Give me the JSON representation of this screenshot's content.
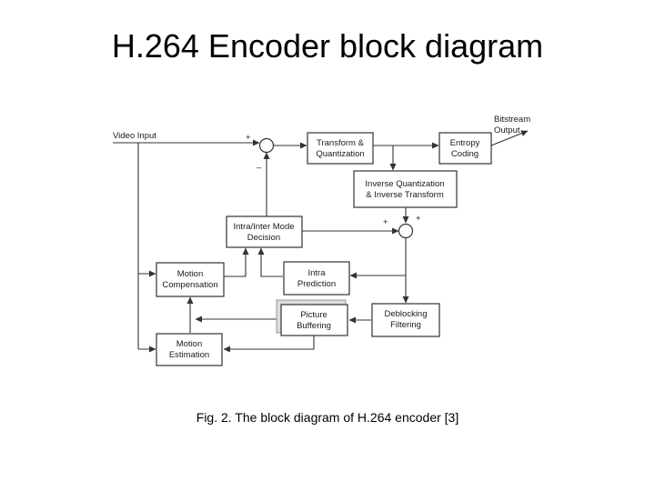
{
  "slide": {
    "title": "H.264 Encoder block diagram",
    "caption": "Fig. 2. The block diagram of H.264 encoder [3]"
  },
  "diagram": {
    "labels": {
      "video_input": "Video Input",
      "bitstream_output": [
        "Bitstream",
        "Output"
      ],
      "plus_top": "+",
      "minus_top": "–",
      "plus_recon_left": "+",
      "plus_recon_right": "+"
    },
    "blocks": {
      "transform_quant": [
        "Transform &",
        "Quantization"
      ],
      "entropy_coding": [
        "Entropy",
        "Coding"
      ],
      "inverse_quant": [
        "Inverse Quantization",
        "& Inverse Transform"
      ],
      "mode_decision": [
        "Intra/Inter Mode",
        "Decision"
      ],
      "motion_comp": [
        "Motion",
        "Compensation"
      ],
      "intra_pred": [
        "Intra",
        "Prediction"
      ],
      "picture_buffer": [
        "Picture",
        "Buffering"
      ],
      "deblocking": [
        "Deblocking",
        "Filtering"
      ],
      "motion_est": [
        "Motion",
        "Estimation"
      ]
    },
    "colors": {
      "stroke": "#333333",
      "text": "#1a1a1a"
    }
  }
}
